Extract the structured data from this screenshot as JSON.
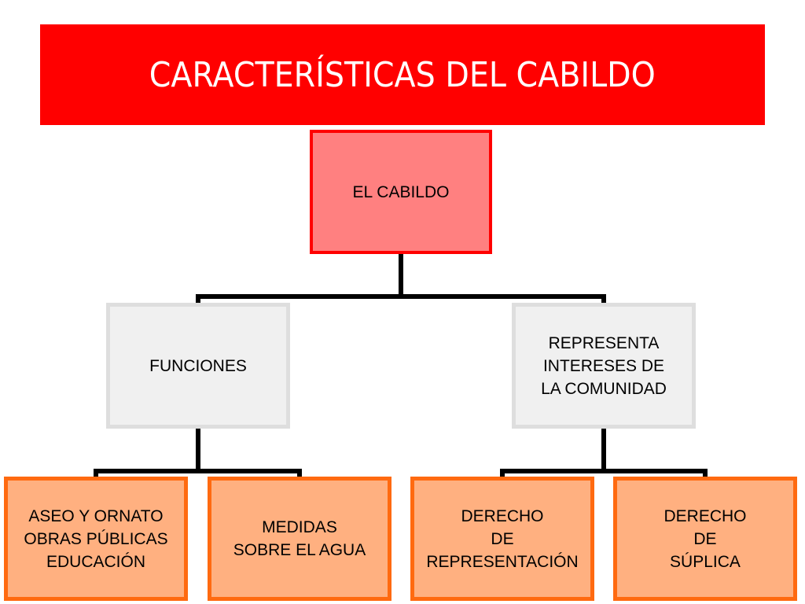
{
  "slide": {
    "title": "CARACTERÍSTICAS DEL CABILDO"
  },
  "diagram": {
    "root": {
      "lines": [
        "EL CABILDO"
      ]
    },
    "branches": [
      {
        "lines": [
          "FUNCIONES"
        ],
        "children": [
          {
            "lines": [
              "ASEO Y ORNATO",
              "OBRAS PÚBLICAS",
              "EDUCACIÓN"
            ]
          },
          {
            "lines": [
              "MEDIDAS",
              "SOBRE EL AGUA"
            ]
          }
        ]
      },
      {
        "lines": [
          "REPRESENTA",
          "INTERESES DE",
          "LA COMUNIDAD"
        ],
        "children": [
          {
            "lines": [
              "DERECHO",
              "DE",
              "REPRESENTACIÓN"
            ]
          },
          {
            "lines": [
              "DERECHO",
              "DE",
              "SÚPLICA"
            ]
          }
        ]
      }
    ]
  },
  "colors": {
    "title_background": "#ff0000",
    "title_text": "#ffffff",
    "root_fill": "#ff8080",
    "root_border": "#ff0000",
    "branch_fill": "#f0f0f0",
    "branch_border": "#dedede",
    "leaf_fill": "#ffb080",
    "leaf_border": "#ff6a10",
    "connector": "#000000"
  }
}
